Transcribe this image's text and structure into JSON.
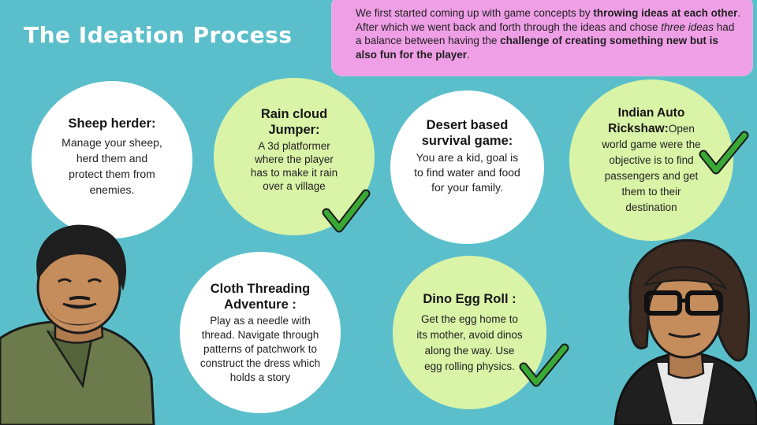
{
  "slide": {
    "title": "The Ideation Process",
    "intro": {
      "p1": "We first started coming up with game concepts by ",
      "b1": "throwing ideas at each other",
      "p2": ". After which we went back and forth through the ideas and chose ",
      "i1": "three ideas",
      "p3": " had a balance between having the ",
      "b2": "challenge of creating something new but is also fun for the player",
      "p4": "."
    }
  },
  "ideas": [
    {
      "title": "Sheep herder:",
      "desc": "Manage your sheep, herd them and protect them from enemies.",
      "selected": false,
      "color": "#ffffff"
    },
    {
      "title": "Rain cloud Jumper:",
      "desc": "A 3d platformer where the player has to make it rain over a village",
      "selected": true,
      "color": "#d9f3a7"
    },
    {
      "title": "Desert based survival game:",
      "desc": "You are a kid, goal is to find water and food for your family.",
      "selected": false,
      "color": "#ffffff"
    },
    {
      "title": "Indian Auto Rickshaw:",
      "desc": "Open world game were the objective is to find passengers and get them to their destination",
      "selected": true,
      "color": "#d9f3a7"
    },
    {
      "title": "Cloth Threading Adventure :",
      "desc": "Play as a needle with thread. Navigate through patterns of patchwork to construct the dress which holds a story",
      "selected": false,
      "color": "#ffffff"
    },
    {
      "title": "Dino Egg Roll :",
      "desc": "Get the egg home to its mother, avoid dinos along the way. Use egg rolling physics.",
      "selected": true,
      "color": "#d9f3a7"
    }
  ],
  "colors": {
    "background": "#5bbfcb",
    "intro_box": "#ef9fe6",
    "selected_circle": "#d9f3a7",
    "check": "#3aa835"
  }
}
